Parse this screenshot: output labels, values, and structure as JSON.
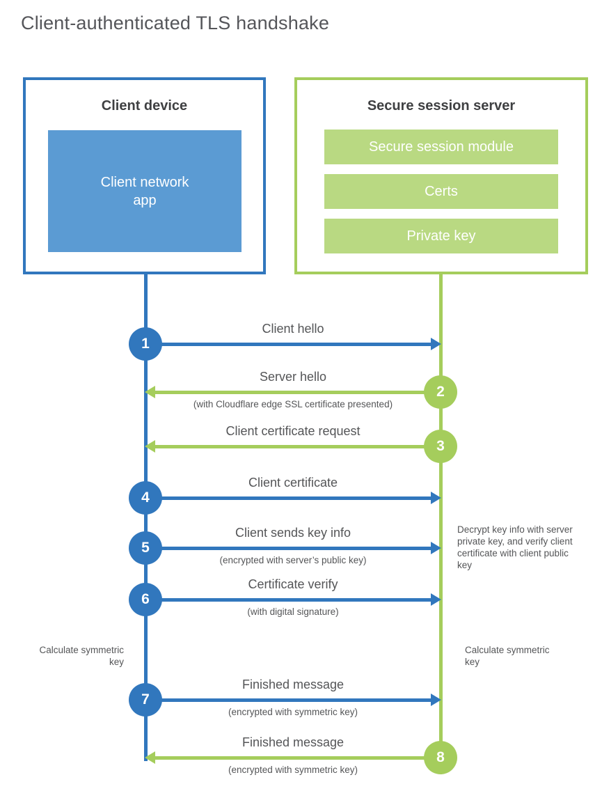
{
  "title": "Client-authenticated TLS handshake",
  "colors": {
    "client_blue": "#3177bd",
    "client_fill_blue": "#5b9bd3",
    "server_green": "#a5cd5c",
    "server_fill_green": "#b9d982",
    "text_dark": "#3f4042",
    "text_gray": "#545557"
  },
  "client_box": {
    "title": "Client device",
    "app_label": "Client network app"
  },
  "server_box": {
    "title": "Secure session server",
    "modules": [
      "Secure session module",
      "Certs",
      "Private key"
    ]
  },
  "steps": [
    {
      "num": "1",
      "actor": "client",
      "direction": "right",
      "label": "Client hello",
      "sublabel": ""
    },
    {
      "num": "2",
      "actor": "server",
      "direction": "left",
      "label": "Server hello",
      "sublabel": "(with Cloudflare edge SSL certificate presented)"
    },
    {
      "num": "3",
      "actor": "server",
      "direction": "left",
      "label": "Client certificate request",
      "sublabel": ""
    },
    {
      "num": "4",
      "actor": "client",
      "direction": "right",
      "label": "Client certificate",
      "sublabel": ""
    },
    {
      "num": "5",
      "actor": "client",
      "direction": "right",
      "label": "Client sends key info",
      "sublabel": "(encrypted with server’s public key)"
    },
    {
      "num": "6",
      "actor": "client",
      "direction": "right",
      "label": "Certificate verify",
      "sublabel": "(with digital signature)"
    },
    {
      "num": "7",
      "actor": "client",
      "direction": "right",
      "label": "Finished message",
      "sublabel": "(encrypted with symmetric key)"
    },
    {
      "num": "8",
      "actor": "server",
      "direction": "left",
      "label": "Finished message",
      "sublabel": "(encrypted with symmetric key)"
    }
  ],
  "annotations": {
    "server_note": "Decrypt key info with server private key, and verify client certificate with client public key",
    "client_calc": "Calculate symmetric key",
    "server_calc": "Calculate symmetric key"
  }
}
